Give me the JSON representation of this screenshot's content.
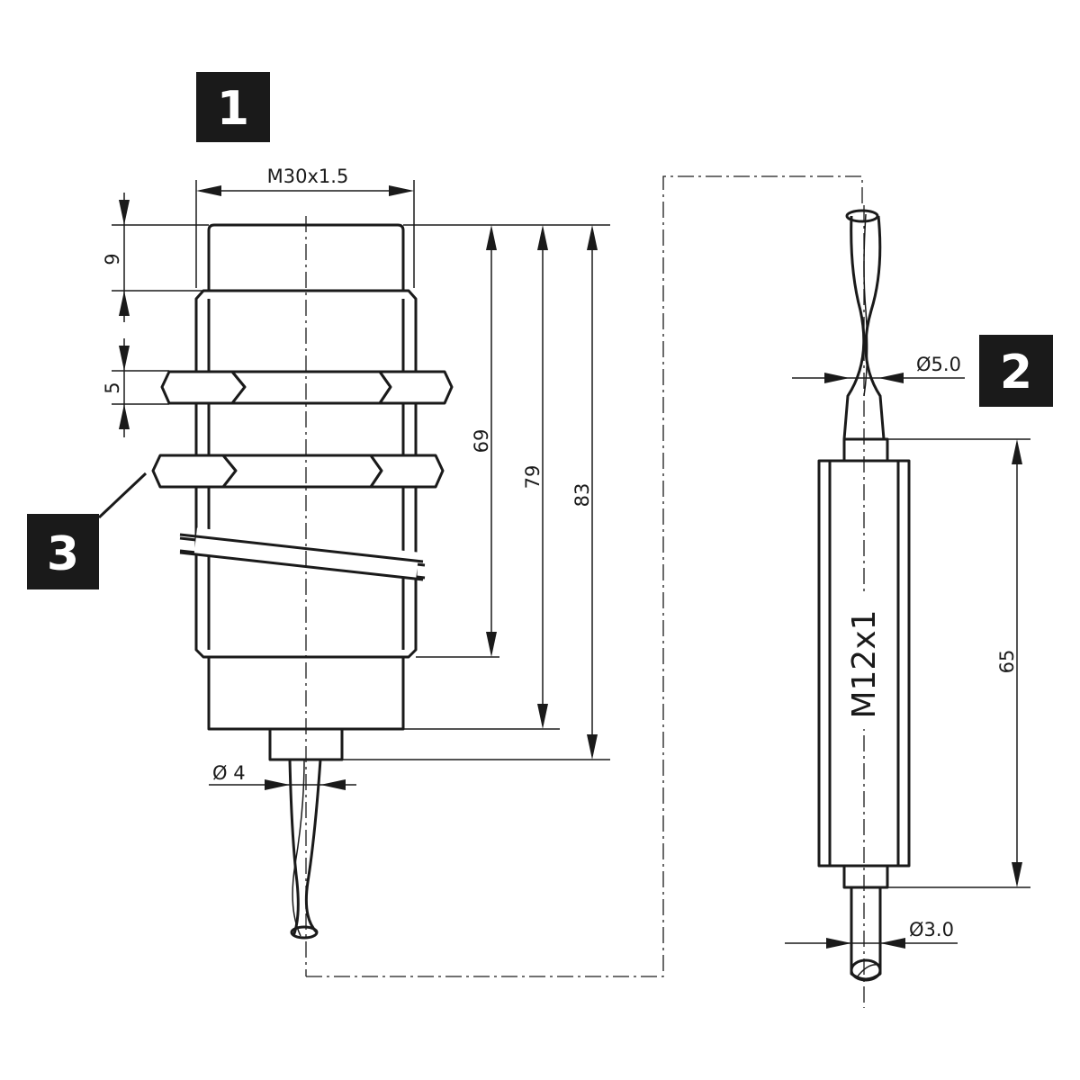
{
  "badges": {
    "one": "1",
    "two": "2",
    "three": "3"
  },
  "dimensions": {
    "thread": "M30x1.5",
    "height_9": "9",
    "height_5": "5",
    "length_69": "69",
    "length_79": "79",
    "length_83": "83",
    "cable_dia": "Ø 4",
    "connector_cable_dia": "Ø5.0",
    "connector_thread": "M12x1",
    "connector_length": "65",
    "connector_pin_dia": "Ø3.0"
  },
  "colors": {
    "ink": "#1a1a1a",
    "badge": "#1a1a1a",
    "paper": "#ffffff"
  }
}
